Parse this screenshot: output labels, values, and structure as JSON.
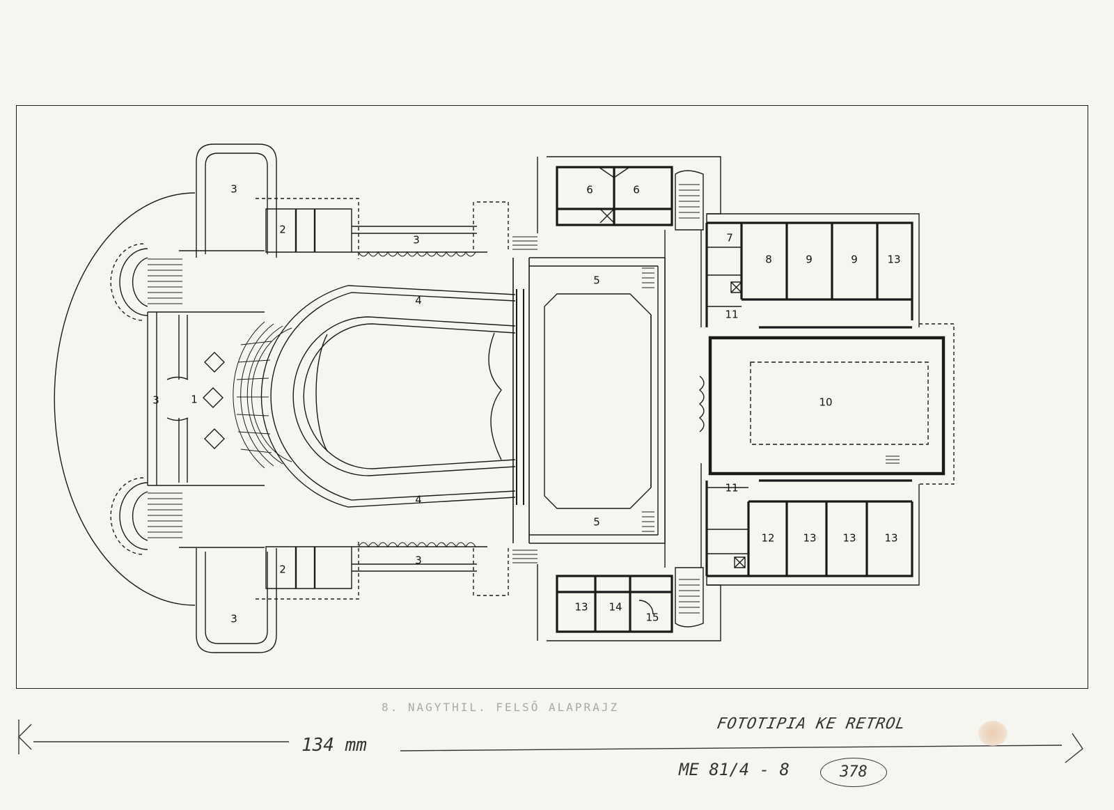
{
  "rooms": {
    "r1": "1",
    "r2_top": "2",
    "r2_bottom": "2",
    "r3_top_wing": "3",
    "r3_bottom_wing": "3",
    "r3_left": "3",
    "r3_top_corridor": "3",
    "r3_bottom_corridor": "3",
    "r4_top": "4",
    "r4_bottom": "4",
    "r5_top": "5",
    "r5_bottom": "5",
    "r6_a": "6",
    "r6_b": "6",
    "r7": "7",
    "r8": "8",
    "r9_a": "9",
    "r9_b": "9",
    "r10": "10",
    "r11_top": "11",
    "r11_bottom": "11",
    "r12": "12",
    "r13_top": "13",
    "r13_b1": "13",
    "r13_b2": "13",
    "r13_b3": "13",
    "r13_bl": "13",
    "r14": "14",
    "r15": "15"
  },
  "annotations": {
    "caption": "8. NAGYTHIL. FELSŐ ALAPRAJZ",
    "photo_note": "FOTOTIPIA KE RETROL",
    "scale_note": "134 mm",
    "catalog_no": "ME 81/4 - 8",
    "folio_no": "378"
  },
  "colors": {
    "paper": "#f6f6f0",
    "ink": "#1a1a1a",
    "pencil": "#a9a9a4"
  }
}
